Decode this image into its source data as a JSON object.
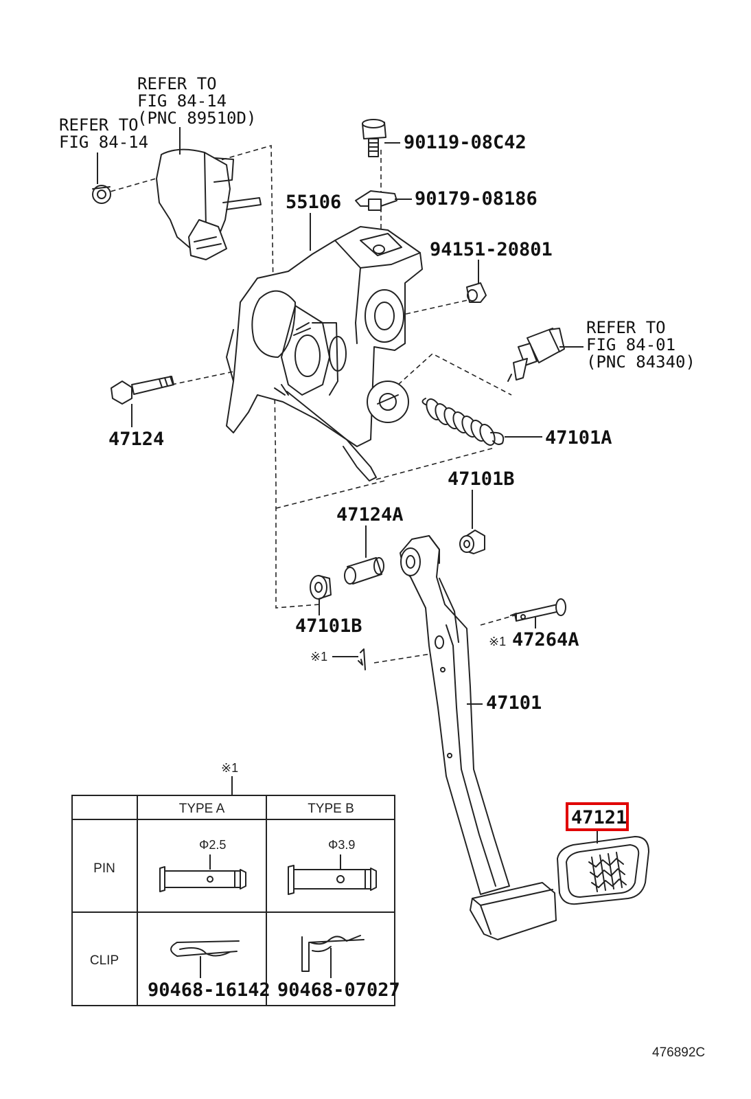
{
  "callouts": {
    "sensor_ref": [
      "REFER TO",
      "FIG 84-14",
      "(PNC 89510D)"
    ],
    "nut_ref": [
      "REFER TO",
      "FIG 84-14"
    ],
    "switch_ref": [
      "REFER TO",
      "FIG 84-01",
      "(PNC 84340)"
    ],
    "bolt_top": "90119-08C42",
    "washer_top": "90179-08186",
    "bracket": "55106",
    "nut_right": "94151-20801",
    "bolt_long": "47124",
    "spring": "47101A",
    "bushing_right": "47101B",
    "collar": "47124A",
    "bushing_left": "47101B",
    "pin_mark": "※1",
    "pin_left": "※1",
    "pin": "47264A",
    "pedal_arm": "47101",
    "pedal_pad": "47121"
  },
  "pin_table": {
    "marker": "※1",
    "col_a": "TYPE A",
    "col_b": "TYPE B",
    "row_pin": "PIN",
    "row_clip": "CLIP",
    "dim_a": "Φ2.5",
    "dim_b": "Φ3.9",
    "clip_a": "90468-16142",
    "clip_b": "90468-07027"
  },
  "figure_id": "476892C",
  "highlight_color": "#e00000"
}
